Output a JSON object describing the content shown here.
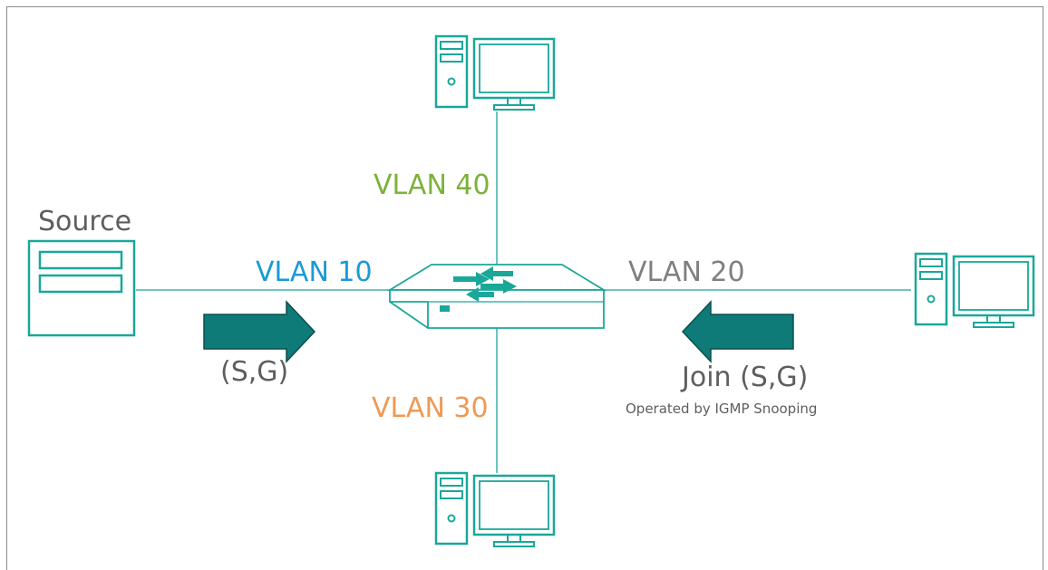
{
  "labels": {
    "source": "Source",
    "vlan10": "VLAN 10",
    "vlan20": "VLAN 20",
    "vlan30": "VLAN 30",
    "vlan40": "VLAN 40",
    "sg": "(S,G)",
    "join": "Join (S,G)",
    "note": "Operated by IGMP Snooping"
  },
  "colors": {
    "device": "#1aa79a",
    "link": "#1aa79a",
    "arrow": "#0e7b78",
    "arrow_outline": "#0a4f4d",
    "text_gray": "#5e5e5e",
    "vlan10": "#1b9ad6",
    "vlan20": "#7f7f7f",
    "vlan30": "#ed9a55",
    "vlan40": "#7cb23a"
  },
  "icons": [
    "server-icon",
    "switch-icon",
    "computer-icon"
  ]
}
